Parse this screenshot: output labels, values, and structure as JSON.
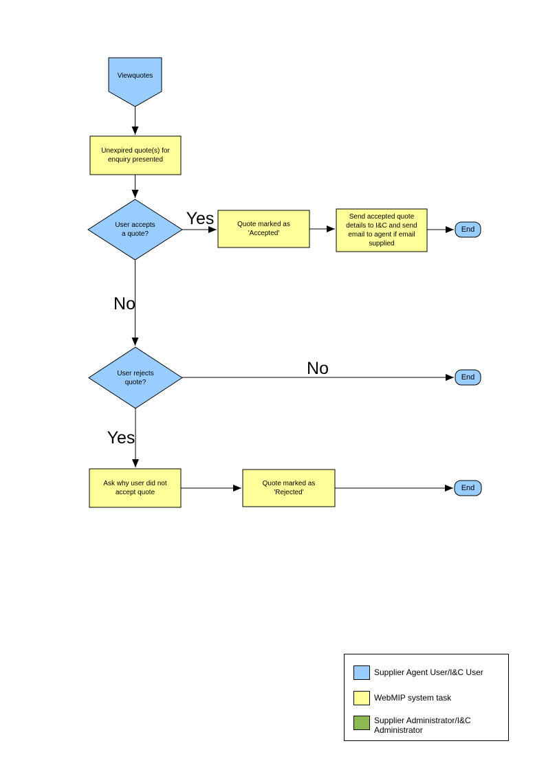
{
  "colors": {
    "actor_blue": "#99CCFF",
    "task_yellow": "#FFFF99",
    "admin_green": "#8CBA50",
    "line_black": "#000000"
  },
  "nodes": {
    "start": {
      "label": "Viewquotes"
    },
    "unexpired_quotes": {
      "label": "Unexpired quote(s) for\nenquiry presented"
    },
    "user_accepts": {
      "label": "User accepts\na quote?"
    },
    "quote_accepted": {
      "label": "Quote  marked as\n'Accepted'"
    },
    "send_details": {
      "label": "Send accepted quote\ndetails to I&C and send\nemail to agent if email\nsupplied"
    },
    "end_accept": {
      "label": "End"
    },
    "user_rejects": {
      "label": "User rejects\nquote?"
    },
    "end_reject_no": {
      "label": "End"
    },
    "ask_why": {
      "label": "Ask why user did not\naccept quote"
    },
    "quote_rejected": {
      "label": "Quote  marked as\n'Rejected'"
    },
    "end_rejected": {
      "label": "End"
    }
  },
  "edge_labels": {
    "accept_yes": "Yes",
    "accept_no": "No",
    "reject_no": "No",
    "reject_yes": "Yes"
  },
  "legend": {
    "items": [
      {
        "label": "Supplier Agent User/I&C User",
        "color": "#99CCFF"
      },
      {
        "label": "WebMIP system task",
        "color": "#FFFF99"
      },
      {
        "label": "Supplier Administrator/I&C Administrator",
        "color": "#8CBA50"
      }
    ]
  }
}
